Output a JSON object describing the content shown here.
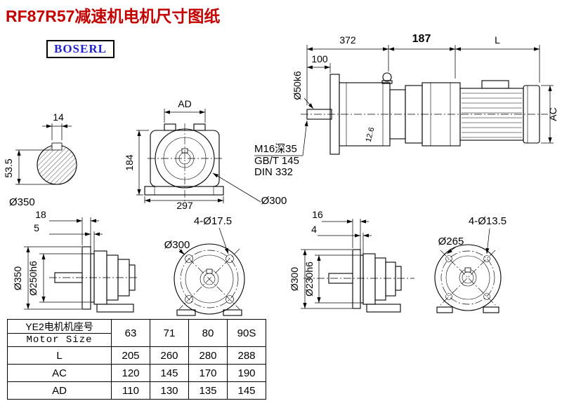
{
  "title": "RF87R57减速机电机尺寸图纸",
  "logo": "BOSERL",
  "colors": {
    "title": "#c40000",
    "logo_text": "#2222cc",
    "line": "#000000"
  },
  "main_view": {
    "dim_372": "372",
    "dim_187": "187",
    "dim_L": "L",
    "dim_100": "100",
    "shaft_dia": "Ø50k6",
    "dim_AC": "AC",
    "dim_12_6": "12.6",
    "tap_hole": "M16深35",
    "tap_std1": "GB/T 145",
    "tap_std2": "DIN 332"
  },
  "shaft_section": {
    "key_width": "14",
    "height": "53.5",
    "dia": "Ø350"
  },
  "front_view": {
    "dim_AD": "AD",
    "dim_184": "184",
    "dim_297": "297",
    "dia_300": "Ø300"
  },
  "flange_unit_1": {
    "flange_thk": "18",
    "spigot_len": "5",
    "od": "Ø350",
    "spigot_dia": "Ø250h6",
    "holes": "4-Ø17.5",
    "face_od": "Ø300"
  },
  "flange_unit_2": {
    "flange_thk": "16",
    "spigot_len": "4",
    "od": "Ø300",
    "spigot_dia": "Ø230h6",
    "holes": "4-Ø13.5",
    "face_od": "Ø265"
  },
  "table": {
    "header_cn": "YE2电机机座号",
    "header_en": "Motor Size",
    "columns": [
      "63",
      "71",
      "80",
      "90S"
    ],
    "rows": [
      {
        "label": "L",
        "values": [
          "205",
          "260",
          "280",
          "288"
        ]
      },
      {
        "label": "AC",
        "values": [
          "120",
          "145",
          "170",
          "190"
        ]
      },
      {
        "label": "AD",
        "values": [
          "110",
          "130",
          "135",
          "145"
        ]
      }
    ]
  }
}
